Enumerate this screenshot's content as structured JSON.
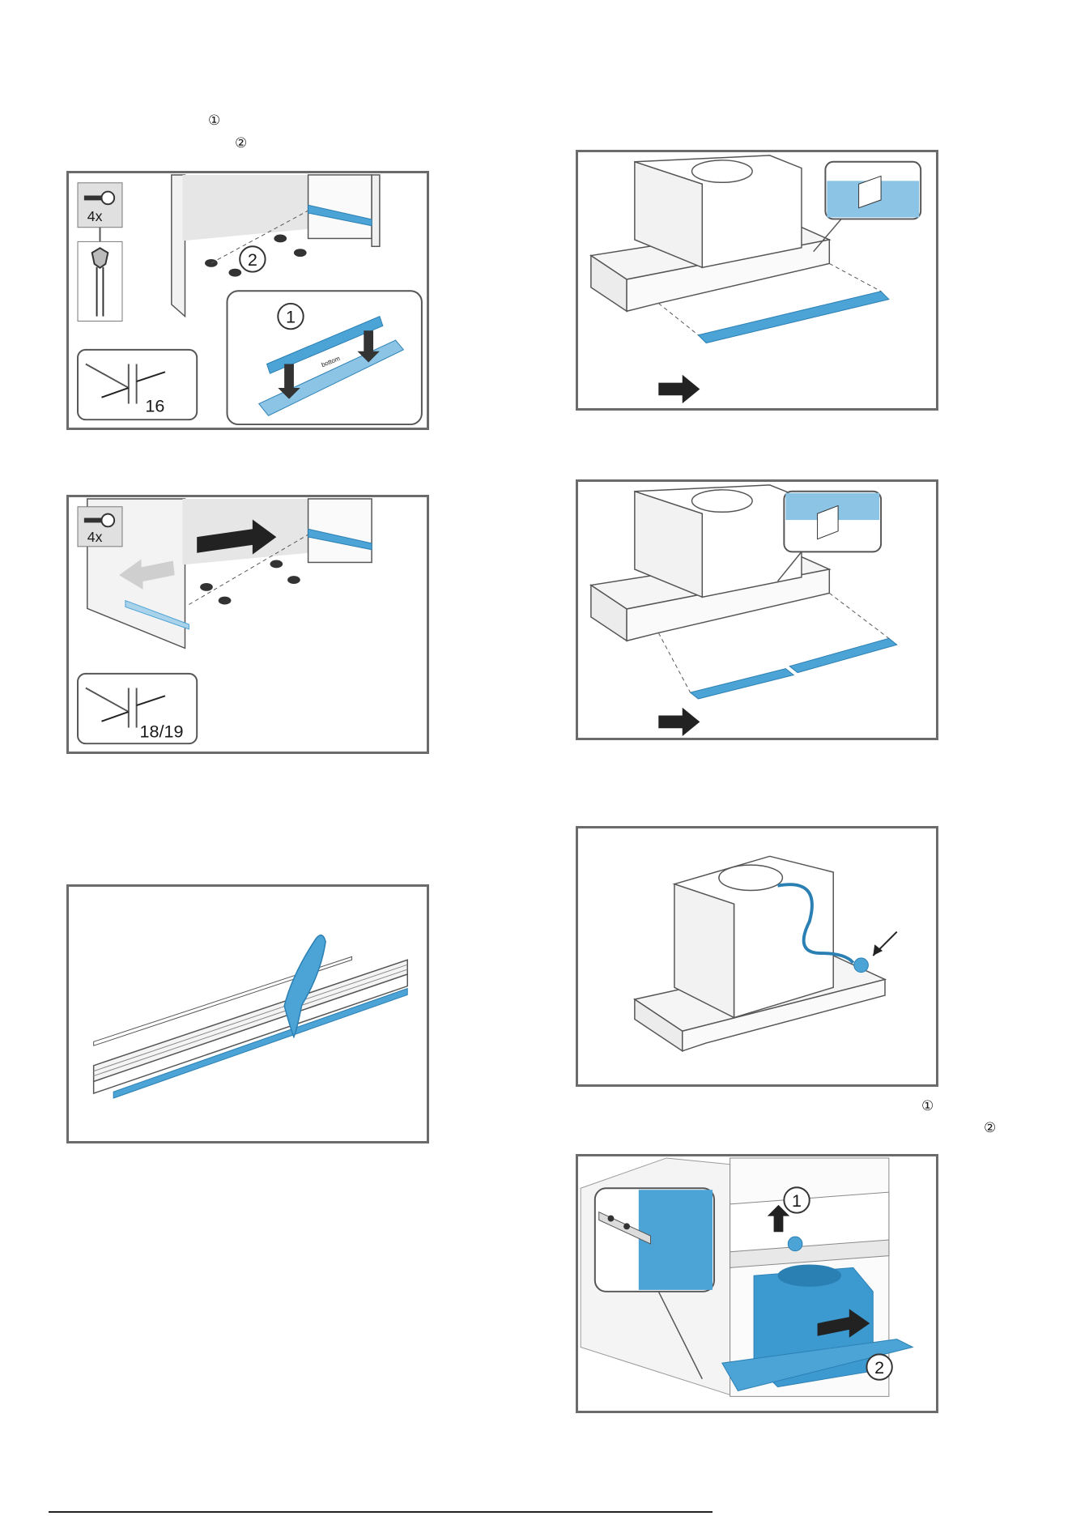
{
  "markers": {
    "top_left_1": "①",
    "top_left_2": "②",
    "right_mid_1": "①",
    "right_mid_2": "②"
  },
  "panel_a": {
    "screw_count": "4x",
    "step1": "1",
    "step2": "2",
    "dimension": "16",
    "bracket_text": "bottom"
  },
  "panel_b": {
    "screw_count": "4x",
    "dimension": "18/19"
  },
  "panel_f": {
    "step1": "1",
    "step2": "2"
  },
  "colors": {
    "accent_blue": "#4ba3d6",
    "dark_blue": "#2a7fb3",
    "frame_gray": "#6b6b6b",
    "shadow_gray": "#d8d8d8"
  }
}
